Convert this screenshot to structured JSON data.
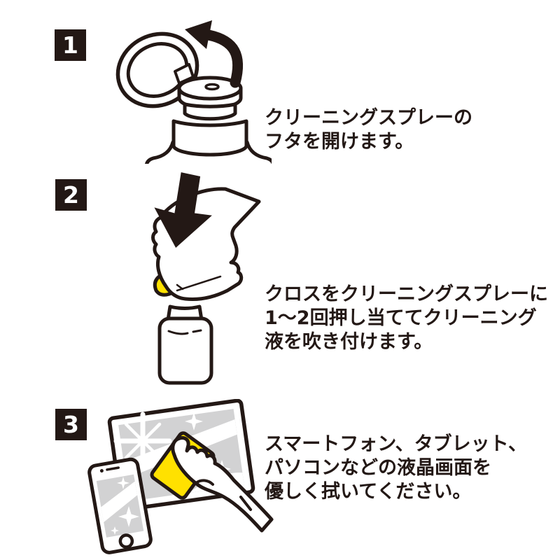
{
  "colors": {
    "ink": "#231815",
    "cloth_yellow": "#ffe100",
    "screen_gray": "#d2d2d3",
    "background": "#ffffff",
    "badge_text": "#ffffff"
  },
  "steps": [
    {
      "number": "1",
      "illustration": "spray-bottle-open-cap",
      "caption_lines": [
        "クリーニングスプレーの",
        "フタを開けます。"
      ]
    },
    {
      "number": "2",
      "illustration": "cloth-pressed-on-spray-bottle",
      "caption_lines": [
        "クロスをクリーニングスプレーに",
        "1〜2回押し当ててクリーニング",
        "液を吹き付けます。"
      ]
    },
    {
      "number": "3",
      "illustration": "wipe-tablet-and-smartphone-screens",
      "caption_lines": [
        "スマートフォン、タブレット、",
        "パソコンなどの液晶画面を",
        "優しく拭いてください。"
      ]
    }
  ]
}
